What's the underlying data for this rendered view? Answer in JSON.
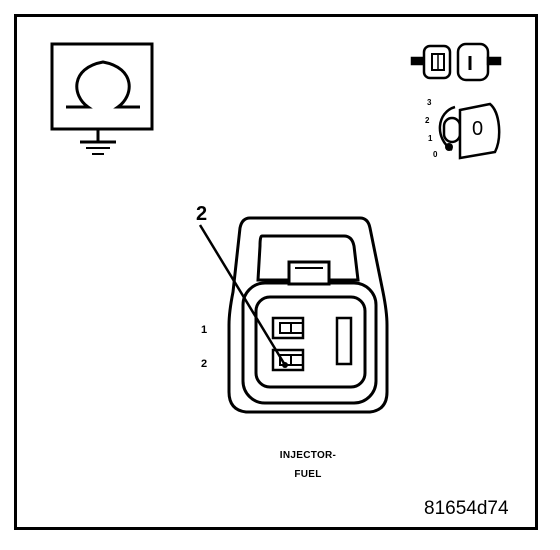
{
  "connector": {
    "name_line1": "INJECTOR-",
    "name_line2": "FUEL",
    "callout": "2",
    "pins": [
      "1",
      "2"
    ]
  },
  "ignition_switch": {
    "positions": [
      "3",
      "2",
      "1",
      "0"
    ],
    "key_label": "0"
  },
  "icons": {
    "ohmmeter": "ohmmeter-ground-icon",
    "connector_disconnect": "connector-disconnect-icon",
    "ignition": "ignition-key-off-icon"
  },
  "figure_code": "81654d74",
  "colors": {
    "line": "#000000",
    "background": "#ffffff"
  }
}
